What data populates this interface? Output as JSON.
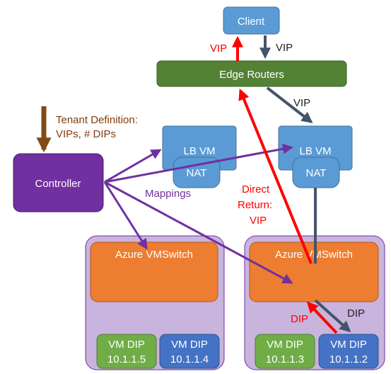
{
  "nodes": {
    "client": "Client",
    "edge_routers": "Edge Routers",
    "controller": "Controller",
    "lb_vm_left": "LB VM",
    "nat_left": "NAT",
    "lb_vm_right": "LB VM",
    "nat_right": "NAT",
    "vmswitch_left": "Azure VMSwitch",
    "vmswitch_right": "Azure VMSwitch",
    "vm_left_1": {
      "line1": "VM DIP",
      "line2": "10.1.1.5"
    },
    "vm_left_2": {
      "line1": "VM DIP",
      "line2": "10.1.1.4"
    },
    "vm_right_1": {
      "line1": "VM DIP",
      "line2": "10.1.1.3"
    },
    "vm_right_2": {
      "line1": "VM DIP",
      "line2": "10.1.1.2"
    }
  },
  "labels": {
    "vip_up": "VIP",
    "vip_down": "VIP",
    "vip_edge_lb": "VIP",
    "tenant_line1": "Tenant Definition:",
    "tenant_line2": "VIPs, # DIPs",
    "mappings": "Mappings",
    "direct_line1": "Direct",
    "direct_line2": "Return:",
    "direct_line3": "VIP",
    "dip_red": "DIP",
    "dip_dark": "DIP"
  },
  "colors": {
    "blue_box": "#5b9bd5",
    "blue_border": "#41719c",
    "green_router": "#548235",
    "purple_controller": "#7030a0",
    "purple_host": "#c8b4dc",
    "orange_switch": "#ed7d31",
    "vm_green": "#70ad47",
    "vm_blue": "#4472c4",
    "arrow_red": "#ff0000",
    "arrow_dark": "#44546a",
    "arrow_purple": "#7030a0",
    "arrow_brown": "#7f4b17",
    "text_brown": "#843c0c"
  }
}
